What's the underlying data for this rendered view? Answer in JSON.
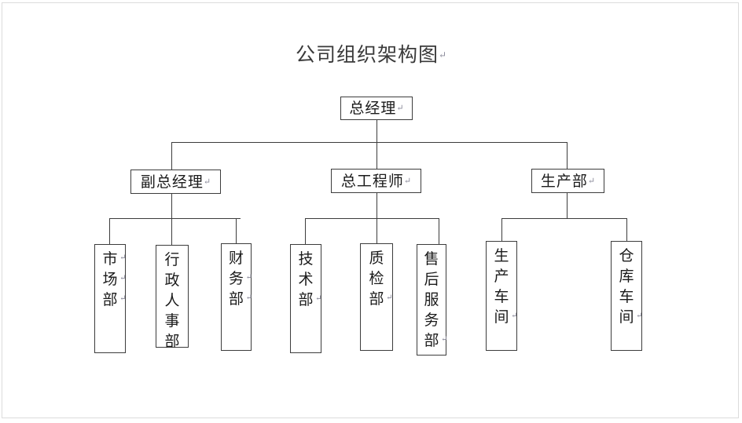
{
  "document": {
    "title": "公司组织架构图",
    "title_mark": "↵",
    "paragraph_mark": "↵",
    "line_color": "#3c3c3c",
    "text_color": "#1b1b1b",
    "page_border_color": "#dcdcdc",
    "background": "#ffffff"
  },
  "chart_data": {
    "type": "diagram",
    "subtype": "organization-chart",
    "title": "公司组织架构图",
    "orientation": "top-down",
    "levels": 3,
    "nodes": [
      {
        "id": "gm",
        "label": "总经理",
        "level": 1,
        "parent": null,
        "orientation": "horizontal",
        "mark": "↵"
      },
      {
        "id": "deputy-gm",
        "label": "副总经理",
        "level": 2,
        "parent": "gm",
        "orientation": "horizontal",
        "mark": "↵"
      },
      {
        "id": "chief-engineer",
        "label": "总工程师",
        "level": 2,
        "parent": "gm",
        "orientation": "horizontal",
        "mark": "↵"
      },
      {
        "id": "production-dept",
        "label": "生产部",
        "level": 2,
        "parent": "gm",
        "orientation": "horizontal",
        "mark": "↵"
      },
      {
        "id": "market-dept",
        "label": "市场部",
        "level": 3,
        "parent": "deputy-gm",
        "orientation": "vertical",
        "chars": [
          "市",
          "场",
          "部"
        ],
        "marks": [
          "↵",
          "↵",
          "↵"
        ]
      },
      {
        "id": "admin-hr-dept",
        "label": "行政人事部",
        "level": 3,
        "parent": "deputy-gm",
        "orientation": "vertical",
        "chars": [
          "行",
          "政",
          "人",
          "事",
          "部"
        ],
        "marks": [
          "",
          "",
          "",
          "",
          ""
        ]
      },
      {
        "id": "finance-dept",
        "label": "财务部",
        "level": 3,
        "parent": "deputy-gm",
        "orientation": "vertical",
        "chars": [
          "财",
          "务",
          "部"
        ],
        "marks": [
          "",
          "↵",
          "↵"
        ]
      },
      {
        "id": "technology-dept",
        "label": "技术部",
        "level": 3,
        "parent": "chief-engineer",
        "orientation": "vertical",
        "chars": [
          "技",
          "术",
          "部"
        ],
        "marks": [
          "",
          "",
          "↵"
        ]
      },
      {
        "id": "quality-dept",
        "label": "质检部",
        "level": 3,
        "parent": "chief-engineer",
        "orientation": "vertical",
        "chars": [
          "质",
          "检",
          "部"
        ],
        "marks": [
          "",
          "",
          "↵"
        ]
      },
      {
        "id": "aftersales-dept",
        "label": "售后服务部",
        "level": 3,
        "parent": "chief-engineer",
        "orientation": "vertical",
        "chars": [
          "售",
          "后",
          "服",
          "务",
          "部"
        ],
        "marks": [
          "",
          "",
          "",
          "",
          "↵"
        ]
      },
      {
        "id": "production-workshop",
        "label": "生产车间",
        "level": 3,
        "parent": "production-dept",
        "orientation": "vertical",
        "chars": [
          "生",
          "产",
          "车",
          "间"
        ],
        "marks": [
          "",
          "",
          "",
          "↵"
        ]
      },
      {
        "id": "warehouse-workshop",
        "label": "仓库车间",
        "level": 3,
        "parent": "production-dept",
        "orientation": "vertical",
        "chars": [
          "仓",
          "库",
          "车",
          "间"
        ],
        "marks": [
          "",
          "",
          "",
          "↵"
        ]
      }
    ],
    "edges": [
      {
        "from": "gm",
        "to": "deputy-gm"
      },
      {
        "from": "gm",
        "to": "chief-engineer"
      },
      {
        "from": "gm",
        "to": "production-dept"
      },
      {
        "from": "deputy-gm",
        "to": "market-dept"
      },
      {
        "from": "deputy-gm",
        "to": "admin-hr-dept"
      },
      {
        "from": "deputy-gm",
        "to": "finance-dept"
      },
      {
        "from": "chief-engineer",
        "to": "technology-dept"
      },
      {
        "from": "chief-engineer",
        "to": "quality-dept"
      },
      {
        "from": "chief-engineer",
        "to": "aftersales-dept"
      },
      {
        "from": "production-dept",
        "to": "production-workshop"
      },
      {
        "from": "production-dept",
        "to": "warehouse-workshop"
      }
    ]
  }
}
